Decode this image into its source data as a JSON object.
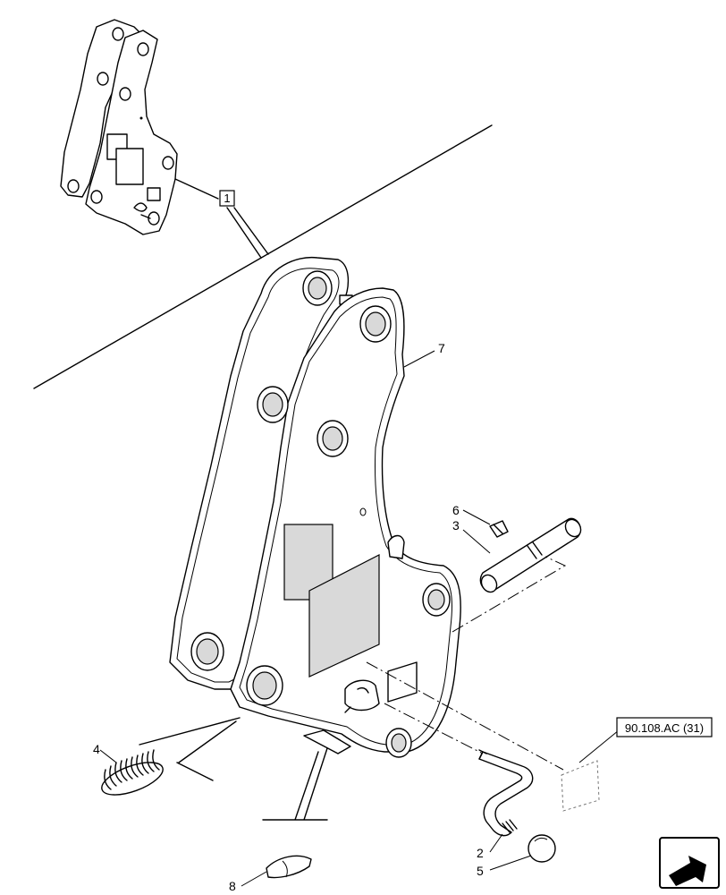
{
  "diagram": {
    "callouts": [
      {
        "id": "7",
        "text": "7"
      },
      {
        "id": "6",
        "text": "6"
      },
      {
        "id": "3",
        "text": "3"
      },
      {
        "id": "4",
        "text": "4"
      },
      {
        "id": "2",
        "text": "2"
      },
      {
        "id": "5",
        "text": "5"
      },
      {
        "id": "8",
        "text": "8"
      }
    ],
    "assembly_ref": "1",
    "cross_reference": "90.108.AC (31)",
    "nav_icon": "next-page-arrow-icon"
  }
}
